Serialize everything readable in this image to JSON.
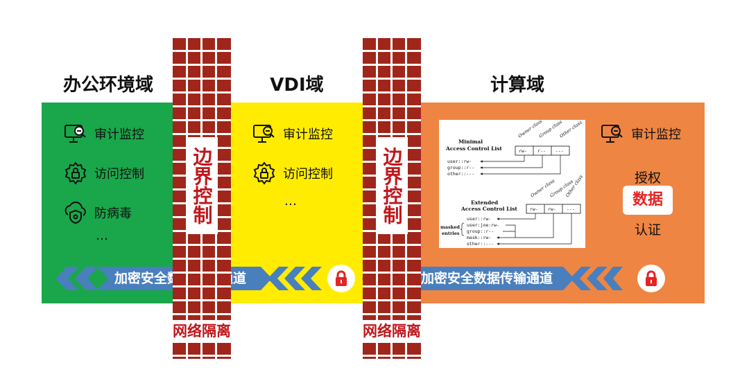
{
  "zones": {
    "office": {
      "title": "办公环境域",
      "features": [
        "审计监控",
        "访问控制",
        "防病毒"
      ],
      "more": "…"
    },
    "vdi": {
      "title": "VDI域",
      "features": [
        "审计监控",
        "访问控制"
      ],
      "more": "…"
    },
    "compute": {
      "title": "计算域",
      "features": [
        "审计监控"
      ],
      "auth_top": "授权",
      "data": "数据",
      "auth_bottom": "认证"
    }
  },
  "walls": {
    "label": "边界控制",
    "isolation": "网络隔离"
  },
  "channel": {
    "label": "加密安全数据传输通道"
  },
  "acl": {
    "minimal_title_1": "Minimal",
    "minimal_title_2": "Access Control List",
    "classes": [
      "Owner class",
      "Group class",
      "Other class"
    ],
    "minimal_perms": [
      "rw-",
      "r--",
      "---"
    ],
    "minimal_entries": [
      "user::rw-",
      "group::r--",
      "other::---"
    ],
    "extended_title_1": "Extended",
    "extended_title_2": "Access Control List",
    "extended_perms": [
      "rw-",
      "rw-",
      "---"
    ],
    "extended_entries": [
      "user::rw-",
      "user:joe:rw-",
      "group::r--",
      "mask::rw-",
      "other::---"
    ],
    "masked_1": "masked",
    "masked_2": "entries"
  },
  "colors": {
    "office": "#1aa64a",
    "vdi": "#ffec00",
    "compute": "#ef8543",
    "brick": "#a0261b",
    "accent_red": "#c0171c",
    "channel_blue": "#4a7fbd"
  },
  "icons": [
    "audit-monitor-icon",
    "access-control-icon",
    "antivirus-icon",
    "lock-icon"
  ]
}
